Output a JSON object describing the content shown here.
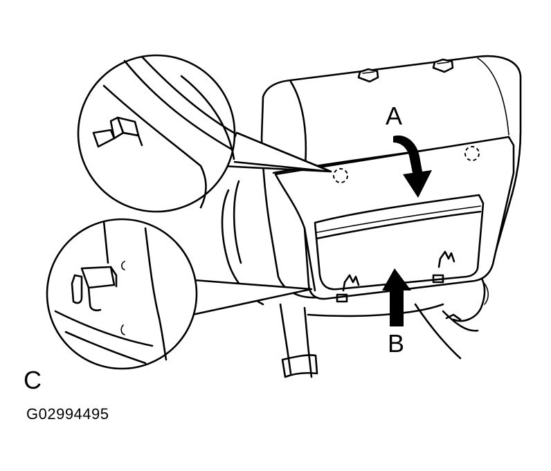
{
  "labels": {
    "a": "A",
    "b": "B",
    "c": "C"
  },
  "figure_code": "G02994495",
  "colors": {
    "line": "#000000",
    "background": "#ffffff"
  }
}
